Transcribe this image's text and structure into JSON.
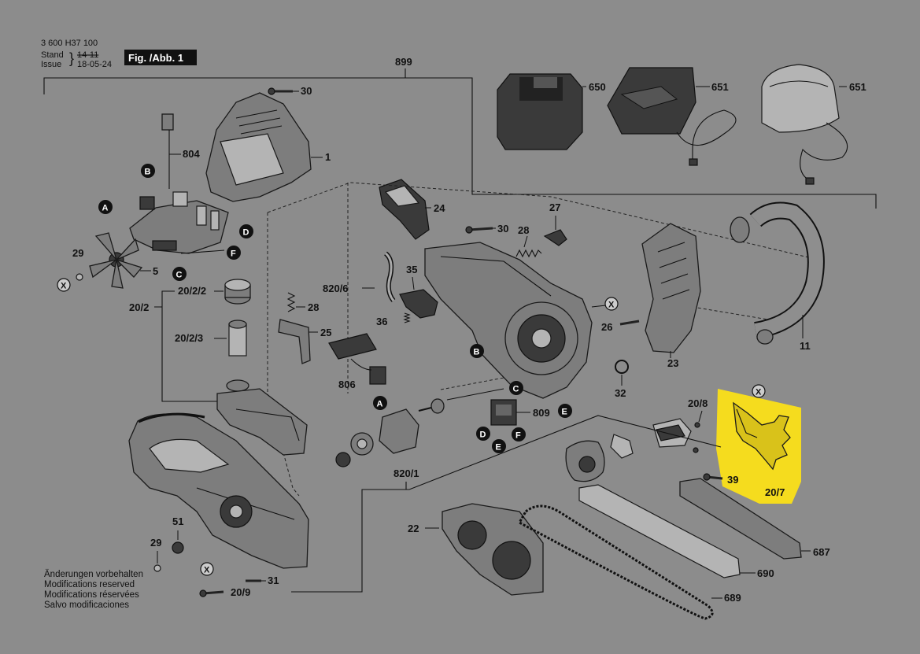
{
  "header": {
    "part_number": "3 600 H37 100",
    "stand_label": "Stand",
    "issue_label": "Issue",
    "stand_value": "14-11",
    "issue_date": "18-05-24",
    "figure_label": "Fig. /Abb. 1"
  },
  "footer_notes": [
    "Änderungen vorbehalten",
    "Modifications reserved",
    "Modifications réservées",
    "Salvo modificaciones"
  ],
  "part_labels": {
    "p899": "899",
    "p30a": "30",
    "p804": "804",
    "p1": "1",
    "p650": "650",
    "p651a": "651",
    "p651b": "651",
    "p24": "24",
    "p27": "27",
    "p30b": "30",
    "p28a": "28",
    "p29a": "29",
    "p5": "5",
    "p20_2": "20/2",
    "p20_2_2": "20/2/2",
    "p20_2_3": "20/2/3",
    "p820_6": "820/6",
    "p35": "35",
    "p28b": "28",
    "p36": "36",
    "p25": "25",
    "p806": "806",
    "p26": "26",
    "p11": "11",
    "p23": "23",
    "p32": "32",
    "p20_8": "20/8",
    "p809": "809",
    "p820_1": "820/1",
    "p39": "39",
    "p20_7": "20/7",
    "p22": "22",
    "p687": "687",
    "p690": "690",
    "p689": "689",
    "p51": "51",
    "p29b": "29",
    "p31": "31",
    "p20_9": "20/9"
  },
  "markers": {
    "a": "A",
    "b": "B",
    "c": "C",
    "d": "D",
    "e": "E",
    "f": "F",
    "x": "X"
  },
  "colors": {
    "background": "#8c8c8c",
    "highlight": "#f5dc1e",
    "badge": "#111111"
  }
}
